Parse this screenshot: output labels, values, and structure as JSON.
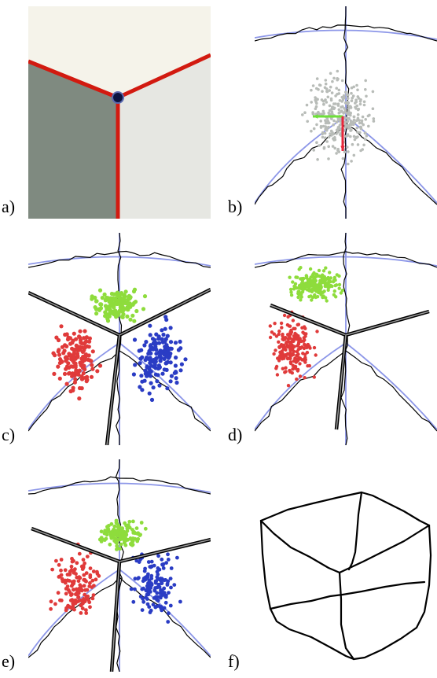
{
  "figure": {
    "panels": [
      {
        "id": "a",
        "label": "a)",
        "content": "rendered-cube-corner"
      },
      {
        "id": "b",
        "label": "b)",
        "content": "point-cloud-with-curves"
      },
      {
        "id": "c",
        "label": "c)",
        "content": "clustered-points-three-segments"
      },
      {
        "id": "d",
        "label": "d)",
        "content": "clustered-points-two-segments"
      },
      {
        "id": "e",
        "label": "e)",
        "content": "clustered-points-three-segments-refined"
      },
      {
        "id": "f",
        "label": "f)",
        "content": "cube-line-drawing"
      }
    ],
    "colors": {
      "edge_red": "#d21a10",
      "face_dark": "#7f8a80",
      "face_light": "#e6e7e2",
      "background_cream": "#f5f3ea",
      "curve_black": "#000000",
      "curve_blue": "#8c96e8",
      "points_gray": "#b8bcb8",
      "cluster_red": "#e03a3a",
      "cluster_green": "#8edc3c",
      "cluster_blue": "#2a3cc4",
      "arrow_green": "#6fe03a",
      "arrow_red": "#e8283c"
    }
  }
}
